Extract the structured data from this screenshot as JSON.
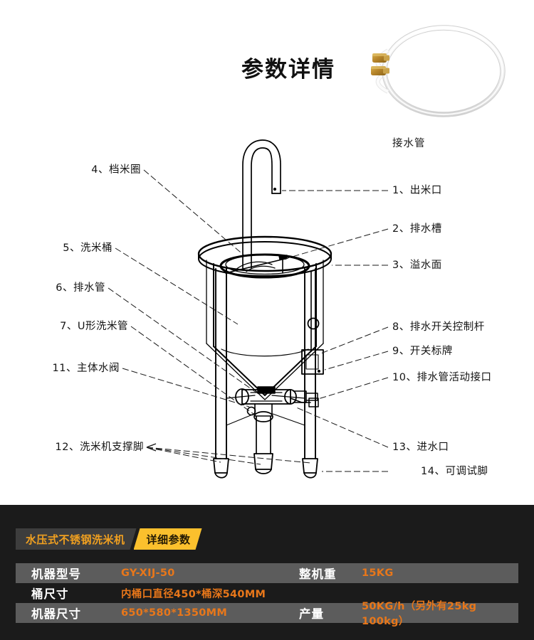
{
  "page": {
    "title": "参数详情",
    "background": "#ffffff"
  },
  "diagram": {
    "hose_caption": "接水管",
    "hose_icon": "coiled-water-hose",
    "machine_icon": "rice-washing-machine-line-drawing",
    "callouts_right": [
      {
        "id": "1",
        "text": "1、出米口"
      },
      {
        "id": "2",
        "text": "2、排水槽"
      },
      {
        "id": "3",
        "text": "3、溢水面"
      },
      {
        "id": "8",
        "text": "8、排水开关控制杆"
      },
      {
        "id": "9",
        "text": "9、开关标牌"
      },
      {
        "id": "10",
        "text": "10、排水管活动接口"
      },
      {
        "id": "13",
        "text": "13、进水口"
      },
      {
        "id": "14",
        "text": "14、可调试脚"
      }
    ],
    "callouts_left": [
      {
        "id": "4",
        "text": "4、档米圈"
      },
      {
        "id": "5",
        "text": "5、洗米桶"
      },
      {
        "id": "6",
        "text": "6、排水管"
      },
      {
        "id": "7",
        "text": "7、U形洗米管"
      },
      {
        "id": "11",
        "text": "11、主体水阀"
      },
      {
        "id": "12",
        "text": "12、洗米机支撑脚"
      }
    ]
  },
  "specs": {
    "badge_product": "水压式不锈钢洗米机",
    "badge_section": "详细参数",
    "accent_yellow": "#fbc02d",
    "accent_orange": "#e8771a",
    "row_shaded_bg": "#5c5c5c",
    "section_bg": "#1b1b1b",
    "rows": [
      {
        "shaded": true,
        "label_left": "机器型号",
        "value_left": "GY-XIJ-50",
        "label_right": "整机重",
        "value_right": "15KG"
      },
      {
        "shaded": false,
        "label_left": "桶尺寸",
        "value_left": "内桶口直径450*桶深540MM",
        "label_right": "",
        "value_right": ""
      },
      {
        "shaded": true,
        "label_left": "机器尺寸",
        "value_left": "650*580*1350MM",
        "label_right": "产量",
        "value_right": "50KG/h（另外有25kg  100kg）"
      }
    ]
  }
}
